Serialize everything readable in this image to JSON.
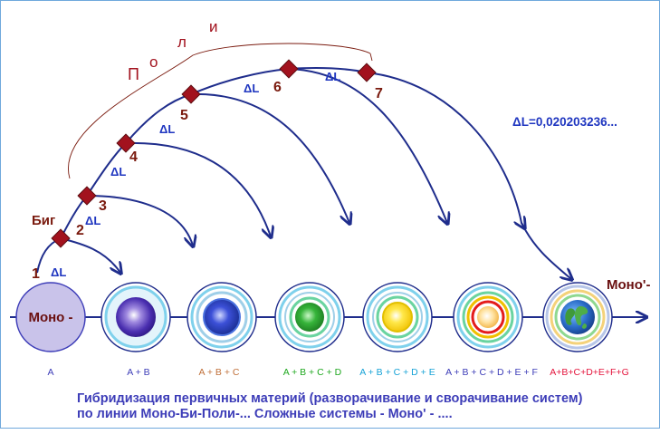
{
  "colors": {
    "arc": "#1f2d8c",
    "node": "#a2121e",
    "node_label": "#7a1a0e",
    "poly_letters": "#a2121e",
    "delta": "#1f36c0",
    "caption": "#3d3db8",
    "mono_fill": "#c9c3ea"
  },
  "poly_letters": [
    "П",
    "о",
    "л",
    "и"
  ],
  "labels": {
    "bi": "Биг",
    "mono": "Моно -",
    "mono_prime": "Моно'-",
    "delta_value": "ΔL=0,020203236...",
    "delta": "ΔL"
  },
  "node_numbers": [
    "1",
    "2",
    "3",
    "4",
    "5",
    "6",
    "7"
  ],
  "circle_labels": [
    {
      "text": "A",
      "color": "#3d3db8"
    },
    {
      "text": "A + B",
      "color": "#3d3db8"
    },
    {
      "text": "A + B + C",
      "color": "#c0703a"
    },
    {
      "text": "A + B + C + D",
      "color": "#1fa81f"
    },
    {
      "text": "A + B + C + D + E",
      "color": "#16a2d6"
    },
    {
      "text": "A + B + C + D + E + F",
      "color": "#3d3db8"
    },
    {
      "text": "A+B+C+D+E+F+G",
      "color": "#e4143c"
    }
  ],
  "caption": {
    "line1": "Гибридизация  первичных материй (разворачивание и сворачивание систем)",
    "line2": "по линии Моно-Би-Поли-... Сложные системы - Моно' - ...."
  }
}
